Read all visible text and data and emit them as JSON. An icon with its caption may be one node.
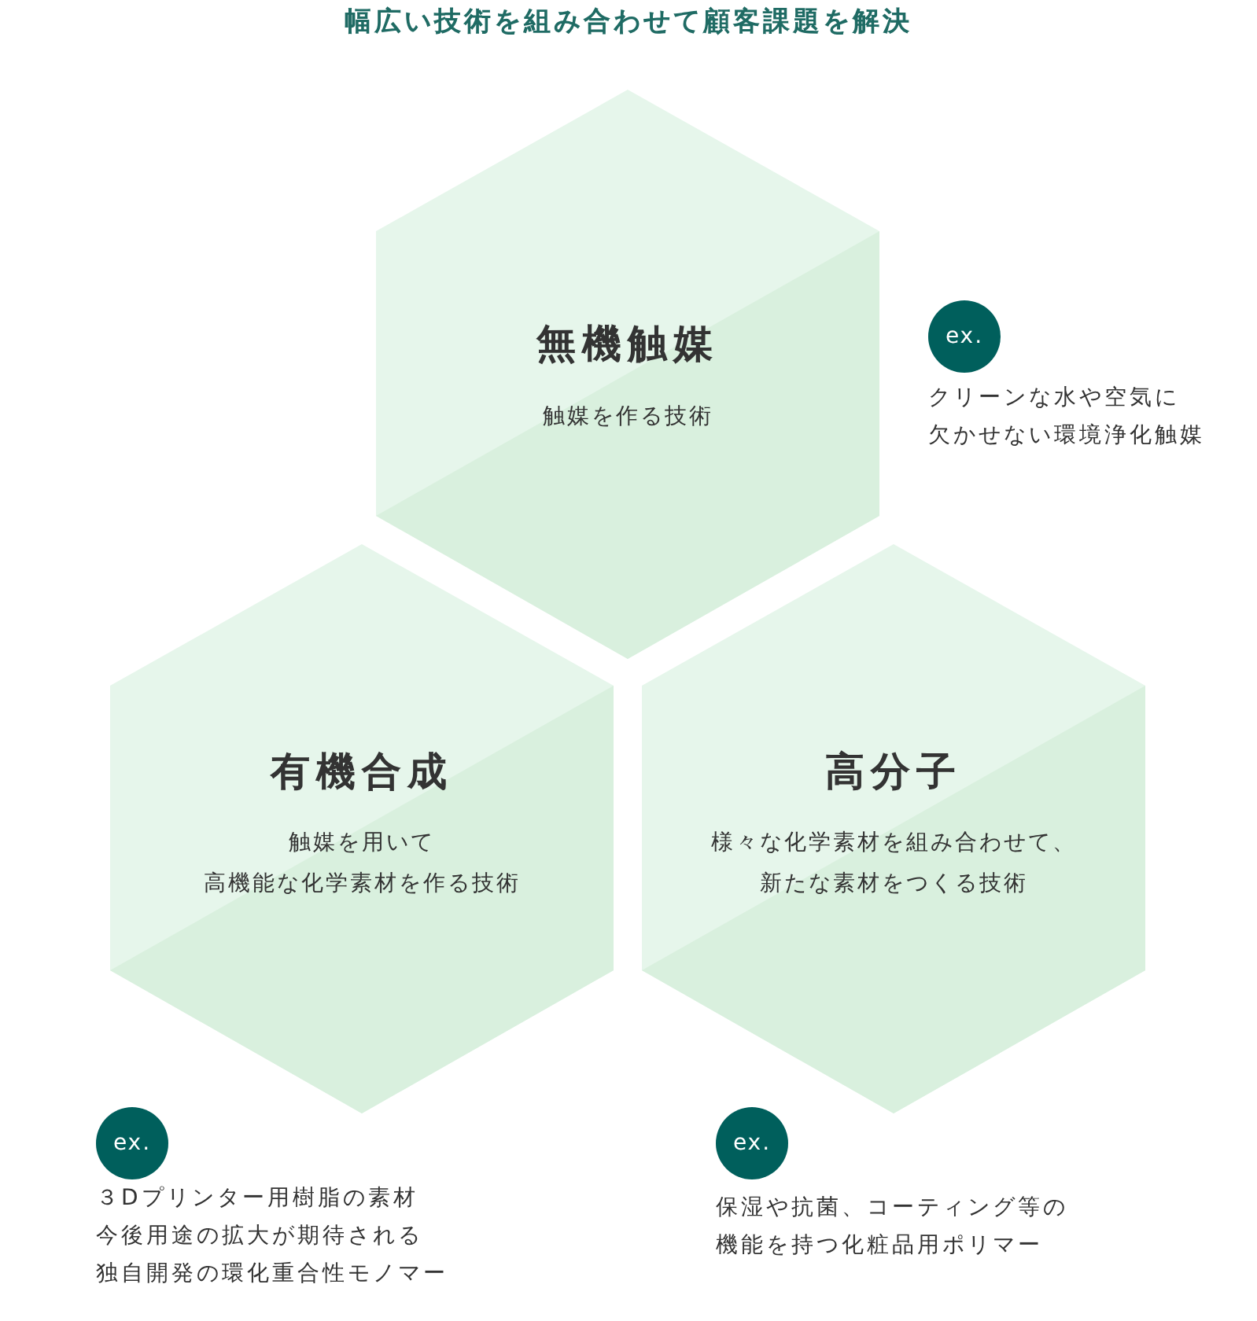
{
  "diagram": {
    "title": "幅広い技術を組み合わせて顧客課題を解決",
    "nodes": [
      {
        "text": [
          "無機触媒",
          "触媒を作る技術"
        ]
      },
      {
        "text": [
          "ex."
        ],
        "beside": [
          "クリーンな水や空気に欠かせない環境浄化触媒"
        ]
      },
      {
        "text": [
          "有機合成",
          "触媒を用いて高機能な化学素材を作る技術"
        ]
      },
      {
        "text": [
          "高分子",
          "様々な化学素材を組み合わせて、新たな素材をつくる技術"
        ]
      },
      {
        "text": [
          "ex."
        ],
        "beside": [
          "３Dプリンター用樹脂の素材今後用途の拡大が期待される独自開発の環化重合性モノマー"
        ]
      },
      {
        "text": [
          "ex."
        ],
        "beside": [
          "保湿や抗菌、コーティング等の機能を持つ化粧品用ポリマー"
        ]
      }
    ],
    "edges": []
  }
}
